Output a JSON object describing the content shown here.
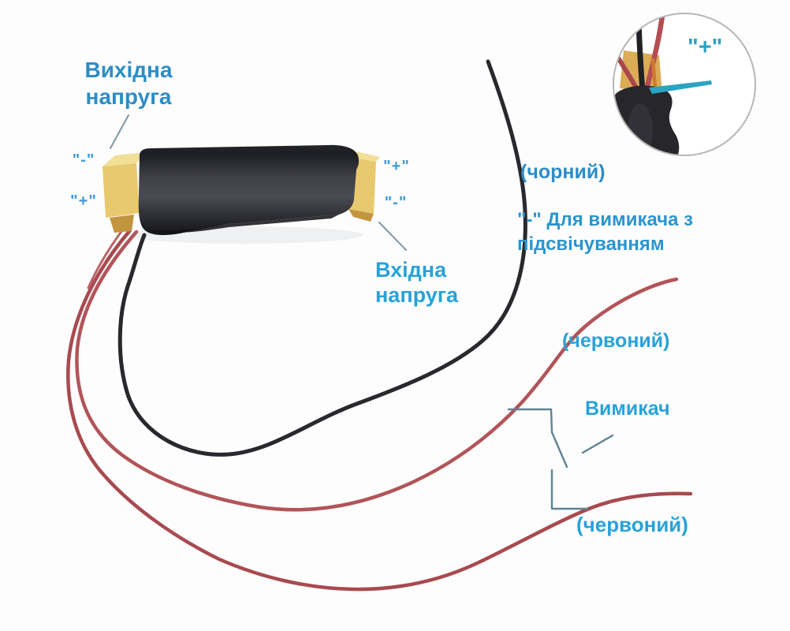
{
  "colors": {
    "background": "#FDFDFD",
    "label_blue": "#2E8CC6",
    "label_cyan": "#29A2D8",
    "note_blue": "#2B95CE",
    "terminal_blue": "#4499D3",
    "inset_cyan": "#2BA3C2",
    "wire_red": "#B25459",
    "wire_red_dark": "#A84A50",
    "wire_black": "#28282D",
    "connector_yellow": "#E9C96E",
    "connector_yellow_light": "#F2DF96",
    "connector_yellow_dark": "#C2953F",
    "switch_line": "#5E8493",
    "leader_line": "#7E99A4",
    "inset_orange": "#CF7A2E",
    "circle_border": "#B7B7B7"
  },
  "labels": {
    "output_voltage": "Вихідна напруга",
    "output_minus": "\"-\"",
    "output_plus": "\"+\"",
    "input_plus": "\"+\"",
    "input_minus": "\"-\"",
    "input_voltage": "Вхідна напруга",
    "black_wire": "(чорний)",
    "switch_note": "\"-\" Для вимикача з підсвічуванням",
    "red_wire_upper": "(червоний)",
    "switch": "Вимикач",
    "red_wire_lower": "(червоний)",
    "inset_plus": "\"+\""
  }
}
